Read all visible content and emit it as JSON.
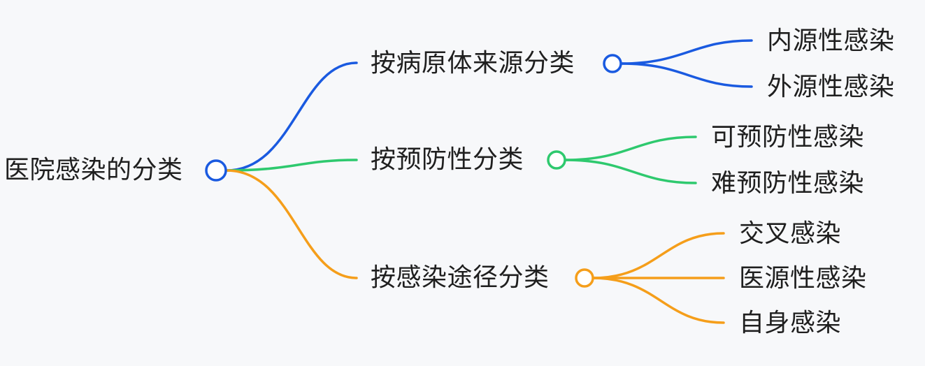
{
  "root": {
    "label": "医院感染的分类",
    "color": "#1a5ae0"
  },
  "branches": [
    {
      "label": "按病原体来源分类",
      "color": "#1a5ae0",
      "children": [
        "内源性感染",
        "外源性感染"
      ]
    },
    {
      "label": "按预防性分类",
      "color": "#2ec96e",
      "children": [
        "可预防性感染",
        "难预防性感染"
      ]
    },
    {
      "label": "按感染途径分类",
      "color": "#f59e1a",
      "children": [
        "交叉感染",
        "医源性感染",
        "自身感染"
      ]
    }
  ]
}
